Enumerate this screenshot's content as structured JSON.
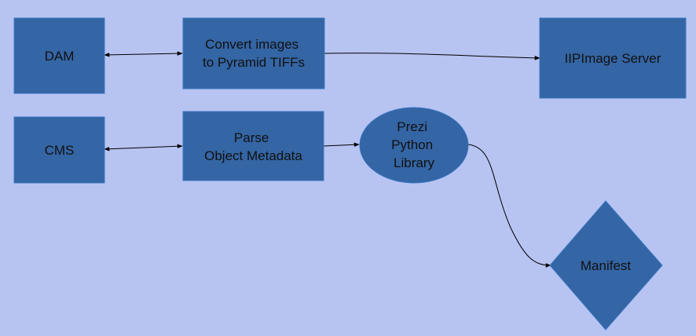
{
  "nodes": {
    "dam": {
      "label": "DAM"
    },
    "convert": {
      "label_lines": [
        "Convert images",
        "to Pyramid TIFFs"
      ]
    },
    "iip": {
      "label": "IIPImage Server"
    },
    "cms": {
      "label": "CMS"
    },
    "parse": {
      "label_lines": [
        "Parse",
        "Object Metadata"
      ]
    },
    "prezi": {
      "label_lines": [
        "Prezi",
        "Python",
        "Library"
      ]
    },
    "manifest": {
      "label": "Manifest"
    }
  },
  "colors": {
    "background": "#b7c4f2",
    "node_fill": "#3465a4",
    "edge": "#000000"
  }
}
